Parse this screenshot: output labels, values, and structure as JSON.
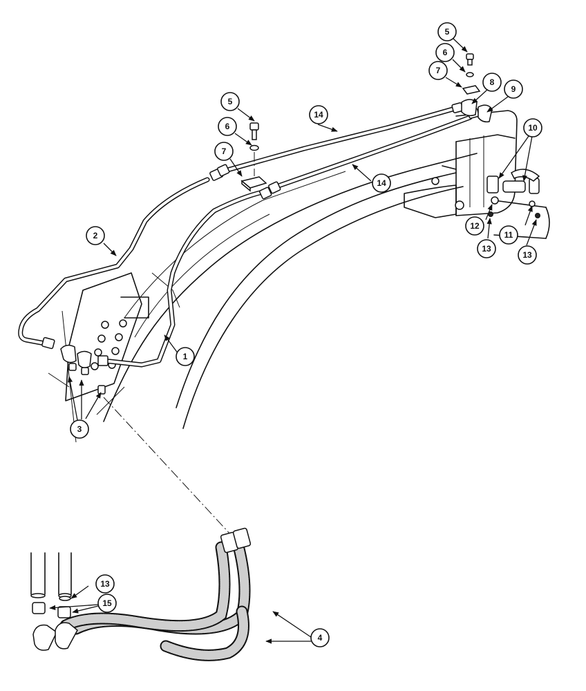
{
  "callouts": [
    {
      "id": "c1",
      "label": "1"
    },
    {
      "id": "c2",
      "label": "2"
    },
    {
      "id": "c3",
      "label": "3"
    },
    {
      "id": "c4",
      "label": "4"
    },
    {
      "id": "c5a",
      "label": "5"
    },
    {
      "id": "c6a",
      "label": "6"
    },
    {
      "id": "c7a",
      "label": "7"
    },
    {
      "id": "c5b",
      "label": "5"
    },
    {
      "id": "c6b",
      "label": "6"
    },
    {
      "id": "c7b",
      "label": "7"
    },
    {
      "id": "c8",
      "label": "8"
    },
    {
      "id": "c9",
      "label": "9"
    },
    {
      "id": "c10",
      "label": "10"
    },
    {
      "id": "c11",
      "label": "11"
    },
    {
      "id": "c12",
      "label": "12"
    },
    {
      "id": "c13a",
      "label": "13"
    },
    {
      "id": "c13b",
      "label": "13"
    },
    {
      "id": "c13c",
      "label": "13"
    },
    {
      "id": "c14a",
      "label": "14"
    },
    {
      "id": "c14b",
      "label": "14"
    },
    {
      "id": "c15",
      "label": "15"
    }
  ]
}
